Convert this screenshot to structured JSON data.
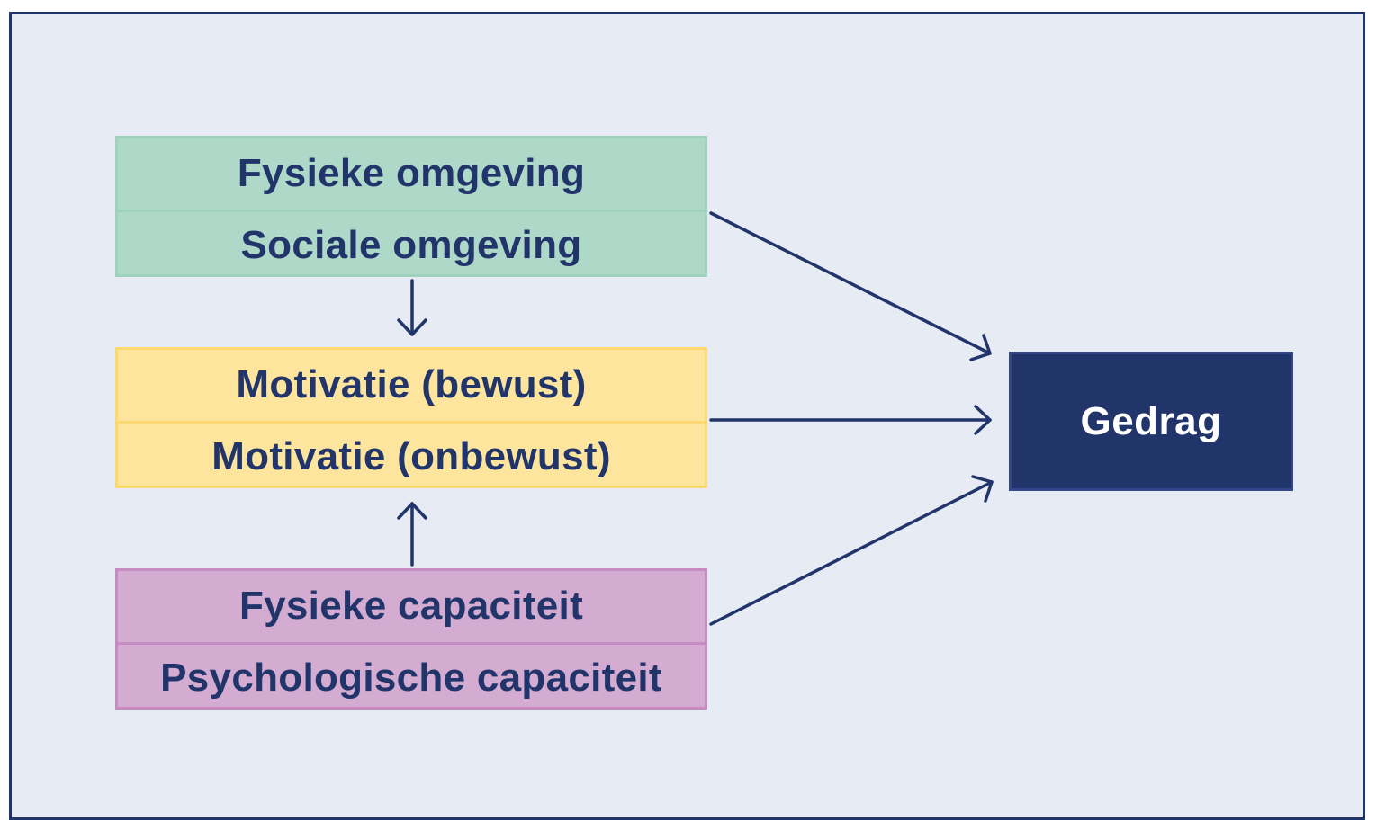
{
  "diagram": {
    "groups": [
      {
        "id": "environment",
        "items": [
          "Fysieke omgeving",
          "Sociale omgeving"
        ],
        "fill": "#aed8c8",
        "border": "#9fd2bd"
      },
      {
        "id": "motivation",
        "items": [
          "Motivatie (bewust)",
          "Motivatie (onbewust)"
        ],
        "fill": "#fde59e",
        "border": "#fbd970"
      },
      {
        "id": "capacity",
        "items": [
          "Fysieke capaciteit",
          "Psychologische capaciteit"
        ],
        "fill": "#d4abd1",
        "border": "#c68cc2"
      }
    ],
    "target": {
      "label": "Gedrag",
      "fill": "#22356b"
    },
    "connections": [
      {
        "from": "environment",
        "to": "motivation"
      },
      {
        "from": "capacity",
        "to": "motivation"
      },
      {
        "from": "environment",
        "to": "target"
      },
      {
        "from": "motivation",
        "to": "target"
      },
      {
        "from": "capacity",
        "to": "target"
      }
    ],
    "colors": {
      "background": "#e6ebf4",
      "frame": "#22356b",
      "text": "#22356b",
      "arrow": "#22356b"
    }
  }
}
